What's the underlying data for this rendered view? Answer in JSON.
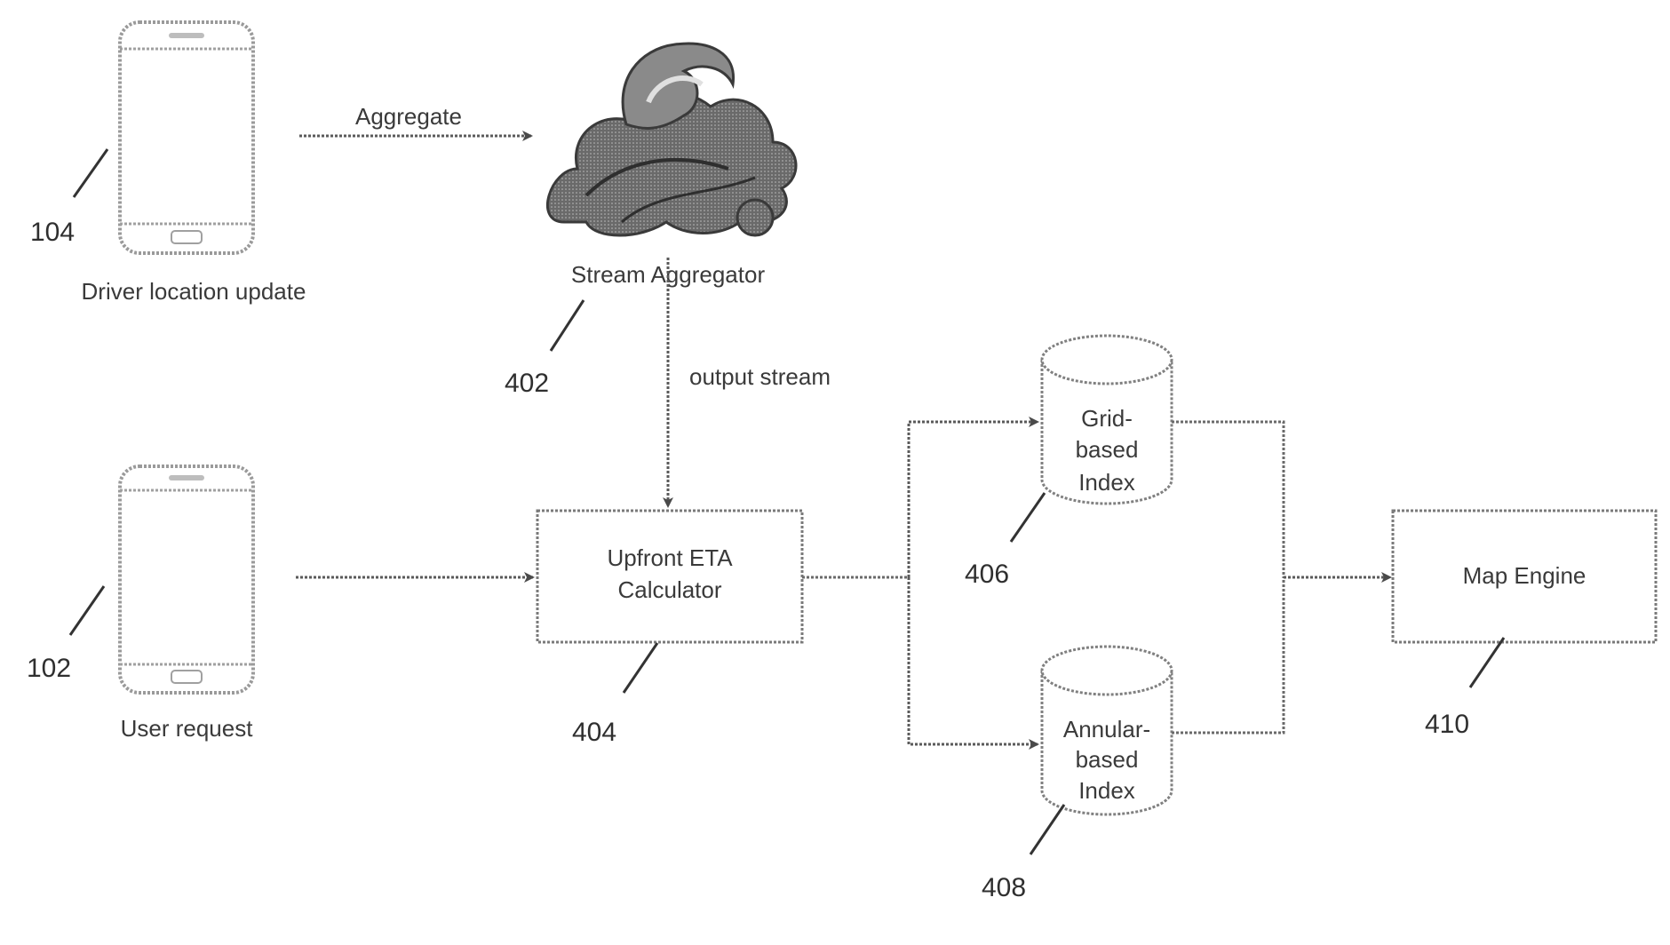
{
  "nodes": {
    "driver_phone": {
      "label": "Driver location update",
      "ref": "104"
    },
    "user_phone": {
      "label": "User request",
      "ref": "102"
    },
    "stream_aggregator": {
      "label": "Stream Aggregator",
      "ref": "402"
    },
    "eta_calculator": {
      "label_line1": "Upfront ETA",
      "label_line2": "Calculator",
      "ref": "404"
    },
    "grid_index": {
      "label_line1": "Grid-",
      "label_line2": "based",
      "label_line3": "Index",
      "ref": "406"
    },
    "annular_index": {
      "label_line1": "Annular-",
      "label_line2": "based",
      "label_line3": "Index",
      "ref": "408"
    },
    "map_engine": {
      "label": "Map Engine",
      "ref": "410"
    }
  },
  "edges": {
    "aggregate": {
      "label": "Aggregate"
    },
    "output_stream": {
      "label": "output stream"
    }
  },
  "colors": {
    "line": "#6a6a6a",
    "text": "#3a3a3a",
    "cloud": "#5a5a5a"
  }
}
